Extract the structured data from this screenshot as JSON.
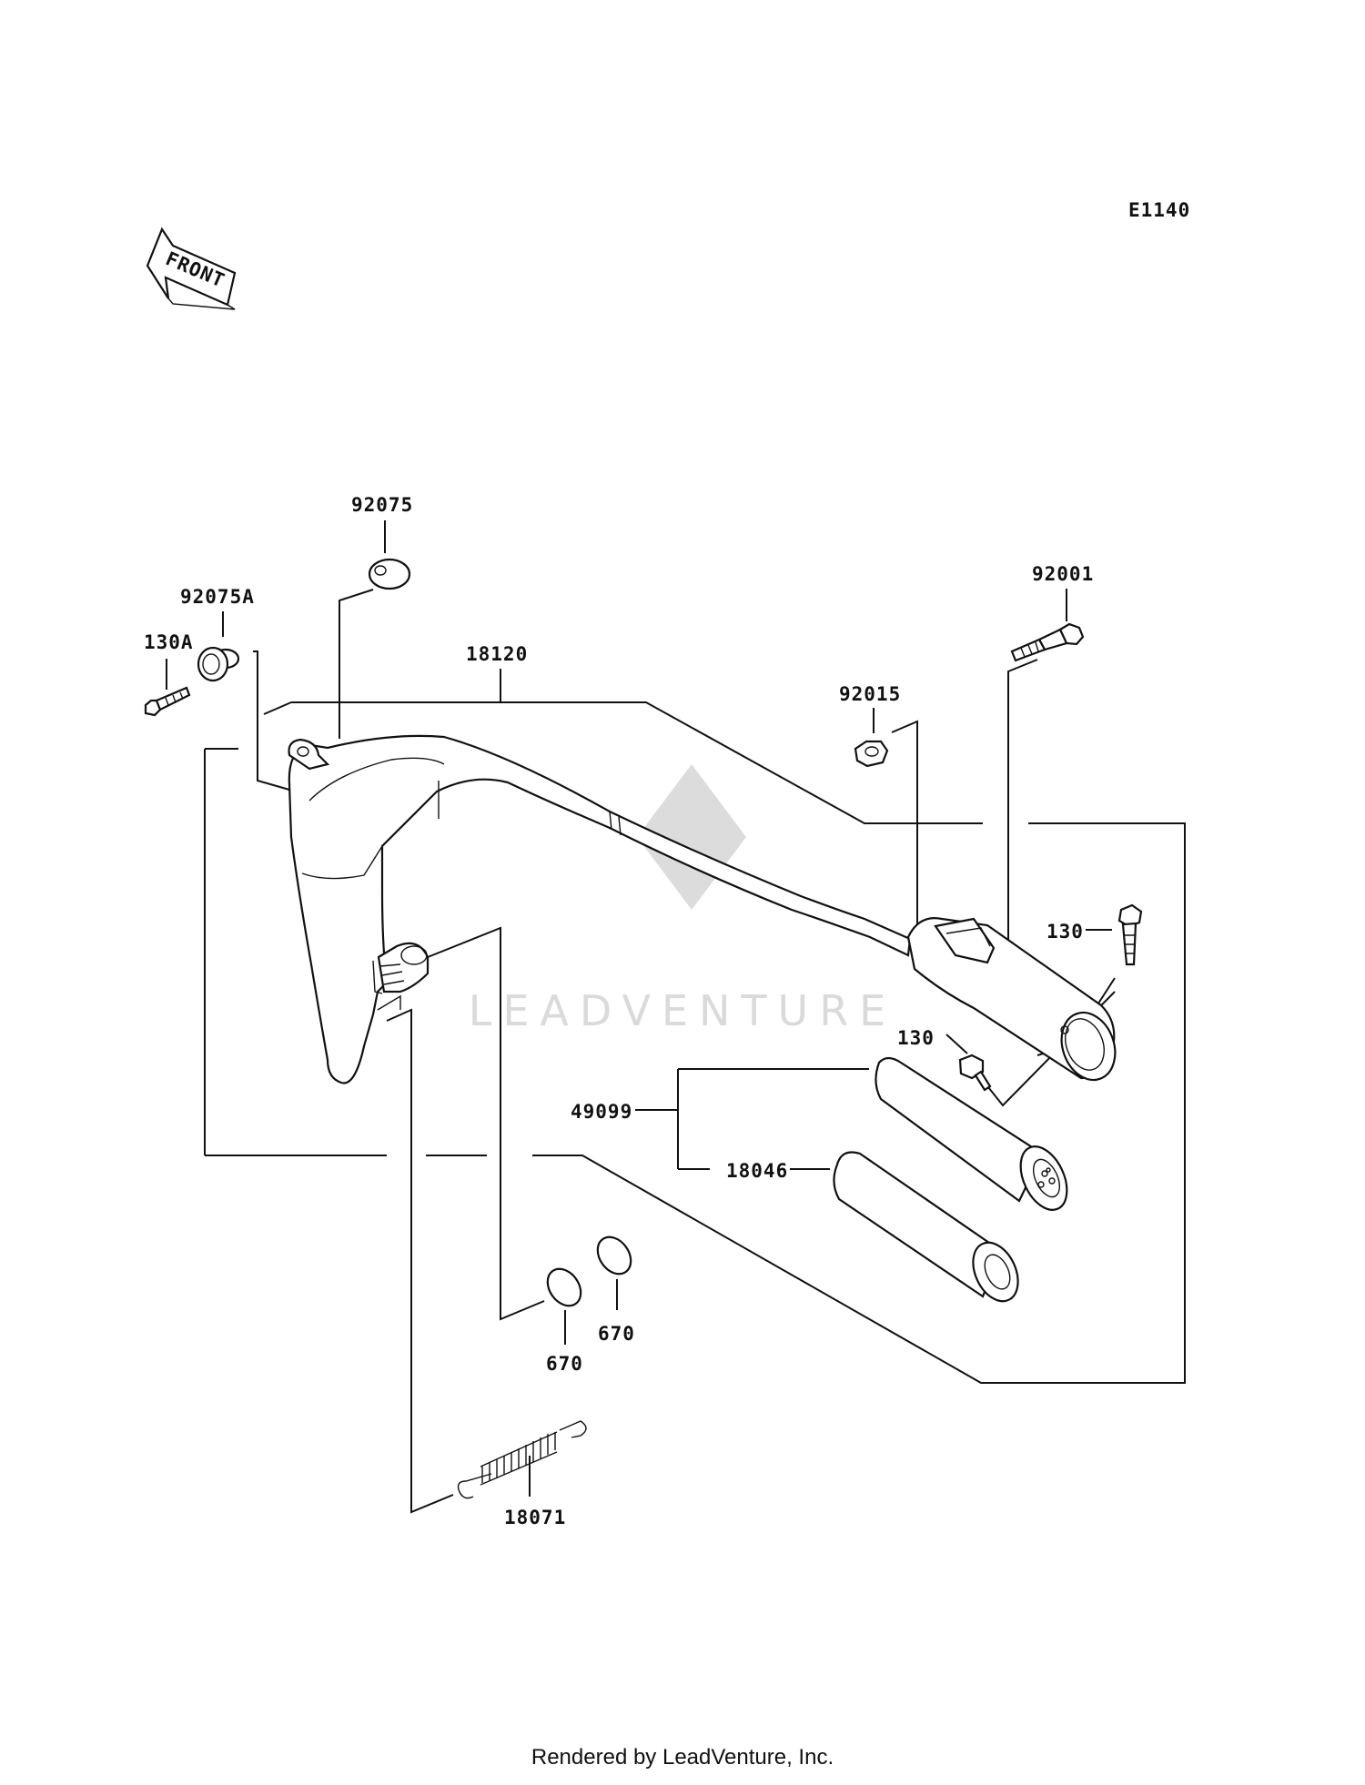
{
  "diagram_code": "E1140",
  "front_label": "FRONT",
  "watermark": "LEADVENTURE",
  "footer": "Rendered by LeadVenture, Inc.",
  "parts": {
    "p92075": "92075",
    "p92075A": "92075A",
    "p130A": "130A",
    "p18120": "18120",
    "p92015": "92015",
    "p92001": "92001",
    "p130_top": "130",
    "p130_mid": "130",
    "p49099": "49099",
    "p18046": "18046",
    "p670_left": "670",
    "p670_right": "670",
    "p18071": "18071"
  }
}
